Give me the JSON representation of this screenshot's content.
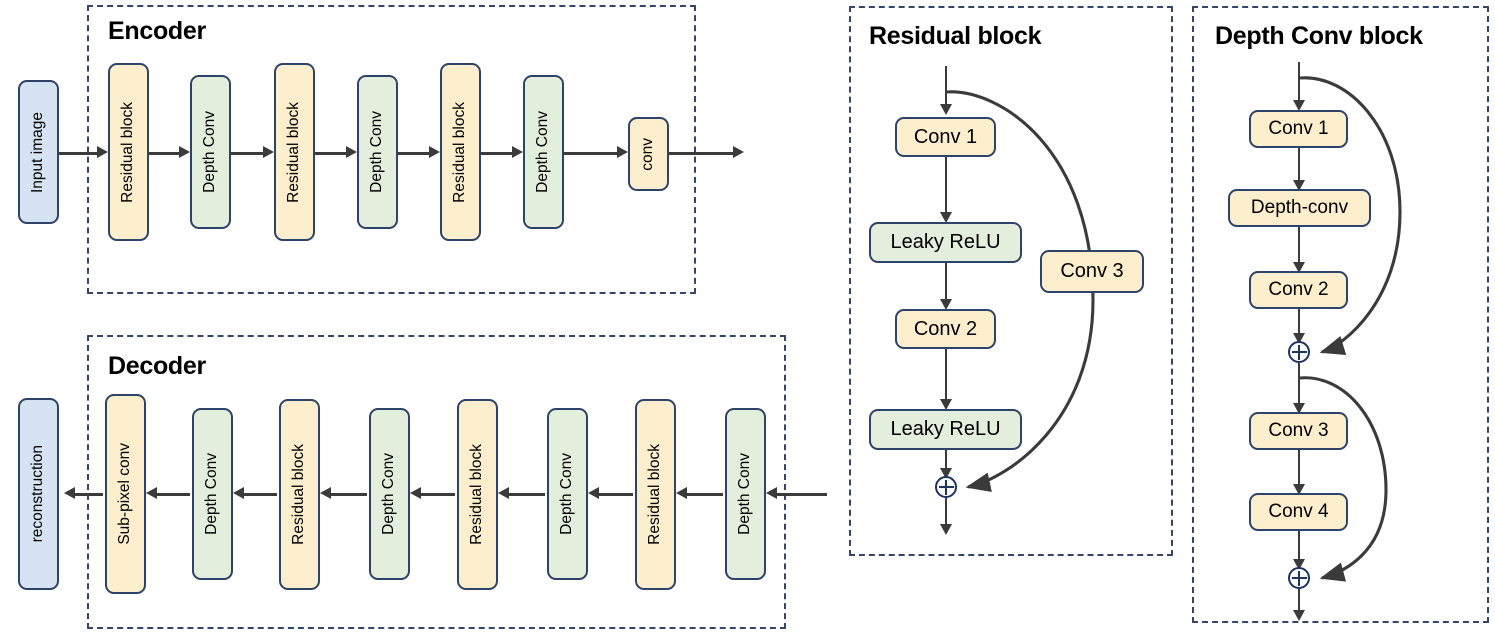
{
  "diagram": {
    "title_encoder": "Encoder",
    "title_decoder": "Decoder",
    "title_residual": "Residual block",
    "title_depthconv": "Depth Conv block",
    "colors": {
      "yellow_fill": "#fdeecd",
      "green_fill": "#e3eedc",
      "blue_fill": "#d6e3f3",
      "node_border": "#2e4369",
      "panel_border": "#33456b",
      "arrow": "#3b3b3b",
      "oplus": "#1d3461"
    }
  },
  "encoder": {
    "title": "Encoder",
    "input_label": "Input image",
    "nodes": [
      {
        "label": "Residual block",
        "kind": "residual"
      },
      {
        "label": "Depth Conv",
        "kind": "depthconv"
      },
      {
        "label": "Residual block",
        "kind": "residual"
      },
      {
        "label": "Depth Conv",
        "kind": "depthconv"
      },
      {
        "label": "Residual block",
        "kind": "residual"
      },
      {
        "label": "Depth Conv",
        "kind": "depthconv"
      },
      {
        "label": "conv",
        "kind": "conv"
      }
    ]
  },
  "decoder": {
    "title": "Decoder",
    "output_label": "reconstruction",
    "nodes": [
      {
        "label": "Sub-pixel conv",
        "kind": "conv"
      },
      {
        "label": "Depth Conv",
        "kind": "depthconv"
      },
      {
        "label": "Residual block",
        "kind": "residual"
      },
      {
        "label": "Depth Conv",
        "kind": "depthconv"
      },
      {
        "label": "Residual block",
        "kind": "residual"
      },
      {
        "label": "Depth Conv",
        "kind": "depthconv"
      },
      {
        "label": "Residual block",
        "kind": "residual"
      },
      {
        "label": "Depth Conv",
        "kind": "depthconv"
      }
    ]
  },
  "residual_block": {
    "title": "Residual block",
    "main_path": [
      {
        "label": "Conv 1",
        "kind": "conv"
      },
      {
        "label": "Leaky ReLU",
        "kind": "activation"
      },
      {
        "label": "Conv 2",
        "kind": "conv"
      },
      {
        "label": "Leaky ReLU",
        "kind": "activation"
      }
    ],
    "skip_path": [
      {
        "label": "Conv 3",
        "kind": "conv"
      }
    ],
    "merge_symbol": "plus"
  },
  "depth_conv_block": {
    "title": "Depth Conv block",
    "stage_one": [
      {
        "label": "Conv 1",
        "kind": "conv"
      },
      {
        "label": "Depth-conv",
        "kind": "conv"
      },
      {
        "label": "Conv 2",
        "kind": "conv"
      }
    ],
    "stage_two": [
      {
        "label": "Conv 3",
        "kind": "conv"
      },
      {
        "label": "Conv 4",
        "kind": "conv"
      }
    ],
    "merge_symbol": "plus",
    "merge_count": 2
  }
}
